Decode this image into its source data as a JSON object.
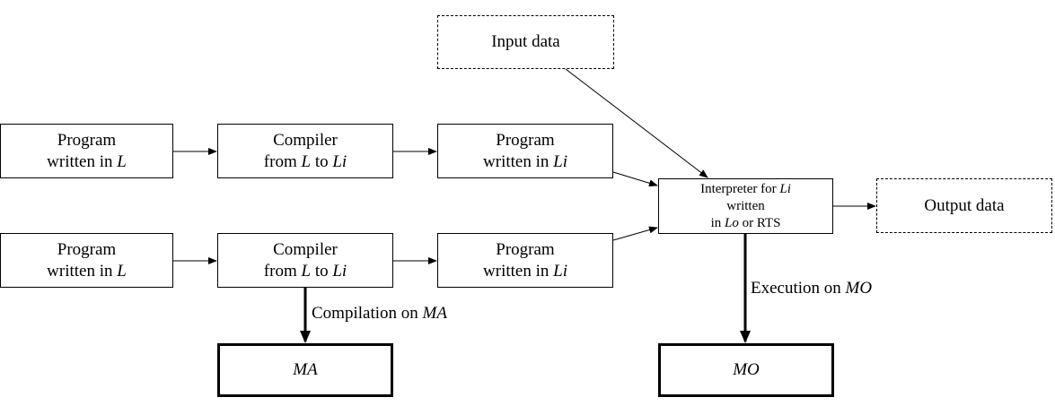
{
  "nodes": {
    "input_data": {
      "text": "Input data"
    },
    "prog_l_top": {
      "line1": "Program",
      "line2_pre": "written in ",
      "line2_math": "L"
    },
    "compiler_top": {
      "line1": "Compiler",
      "line2_pre": "from ",
      "line2_math1": "L",
      "line2_mid": " to ",
      "line2_math2": "Li"
    },
    "prog_li_top": {
      "line1": "Program",
      "line2_pre": "written in ",
      "line2_math": "Li"
    },
    "interpreter": {
      "line1_pre": "Interpreter for ",
      "line1_math": "Li",
      "line2": "written",
      "line3_pre": "in ",
      "line3_math": "Lo",
      "line3_post": " or RTS"
    },
    "output_data": {
      "text": "Output data"
    },
    "prog_l_bot": {
      "line1": "Program",
      "line2_pre": "written in ",
      "line2_math": "L"
    },
    "compiler_bot": {
      "line1": "Compiler",
      "line2_pre": "from ",
      "line2_math1": "L",
      "line2_mid": " to ",
      "line2_math2": "Li"
    },
    "prog_li_bot": {
      "line1": "Program",
      "line2_pre": "written in ",
      "line2_math": "Li"
    },
    "ma": {
      "math": "MA"
    },
    "mo": {
      "math": "MO"
    }
  },
  "edge_labels": {
    "compilation": {
      "pre": "Compilation on ",
      "math": "MA"
    },
    "execution": {
      "pre": "Execution on ",
      "math": "MO"
    }
  },
  "colors": {
    "stroke": "#000000",
    "background": "#ffffff"
  }
}
